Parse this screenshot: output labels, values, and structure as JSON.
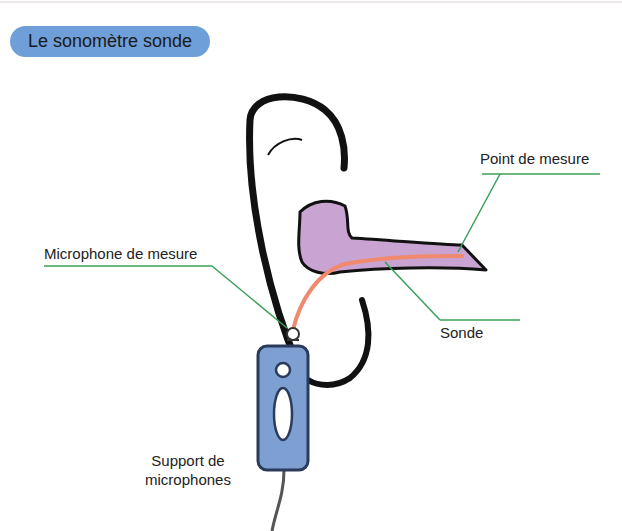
{
  "diagram": {
    "title": "Le sonomètre sonde",
    "labels": [
      "Point de mesure",
      "Microphone de mesure",
      "Sonde",
      "Support de microphones"
    ]
  }
}
